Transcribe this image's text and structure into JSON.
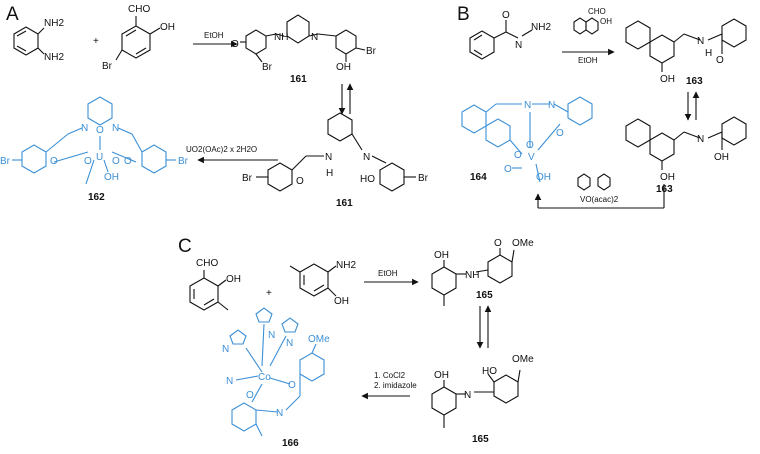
{
  "panels": {
    "A": "A",
    "B": "B",
    "C": "C"
  },
  "compounds": {
    "a161_top": "161",
    "a161_bottom": "161",
    "a162": "162",
    "b163_top": "163",
    "b163_bottom": "163",
    "b164": "164",
    "c165_top": "165",
    "c165_bottom": "165",
    "c166": "166"
  },
  "conditions": {
    "a_etoh": "EtOH",
    "a_uranyl": "UO2(OAc)2 x 2H2O",
    "b_etoh": "EtOH",
    "b_vanadyl": "VO(acac)2",
    "c_etoh": "EtOH",
    "c_step1": "1. CoCl2",
    "c_step2": "2. imidazole"
  },
  "atoms": {
    "nh2": "NH2",
    "cho": "CHO",
    "oh": "OH",
    "br": "Br",
    "o": "O",
    "n": "N",
    "nh": "NH",
    "h": "H",
    "ho": "HO",
    "u": "U",
    "v": "V",
    "co": "Co",
    "ome": "OMe",
    "plus": "+"
  },
  "colors": {
    "ink": "#111111",
    "complex": "#3b8fd6"
  }
}
